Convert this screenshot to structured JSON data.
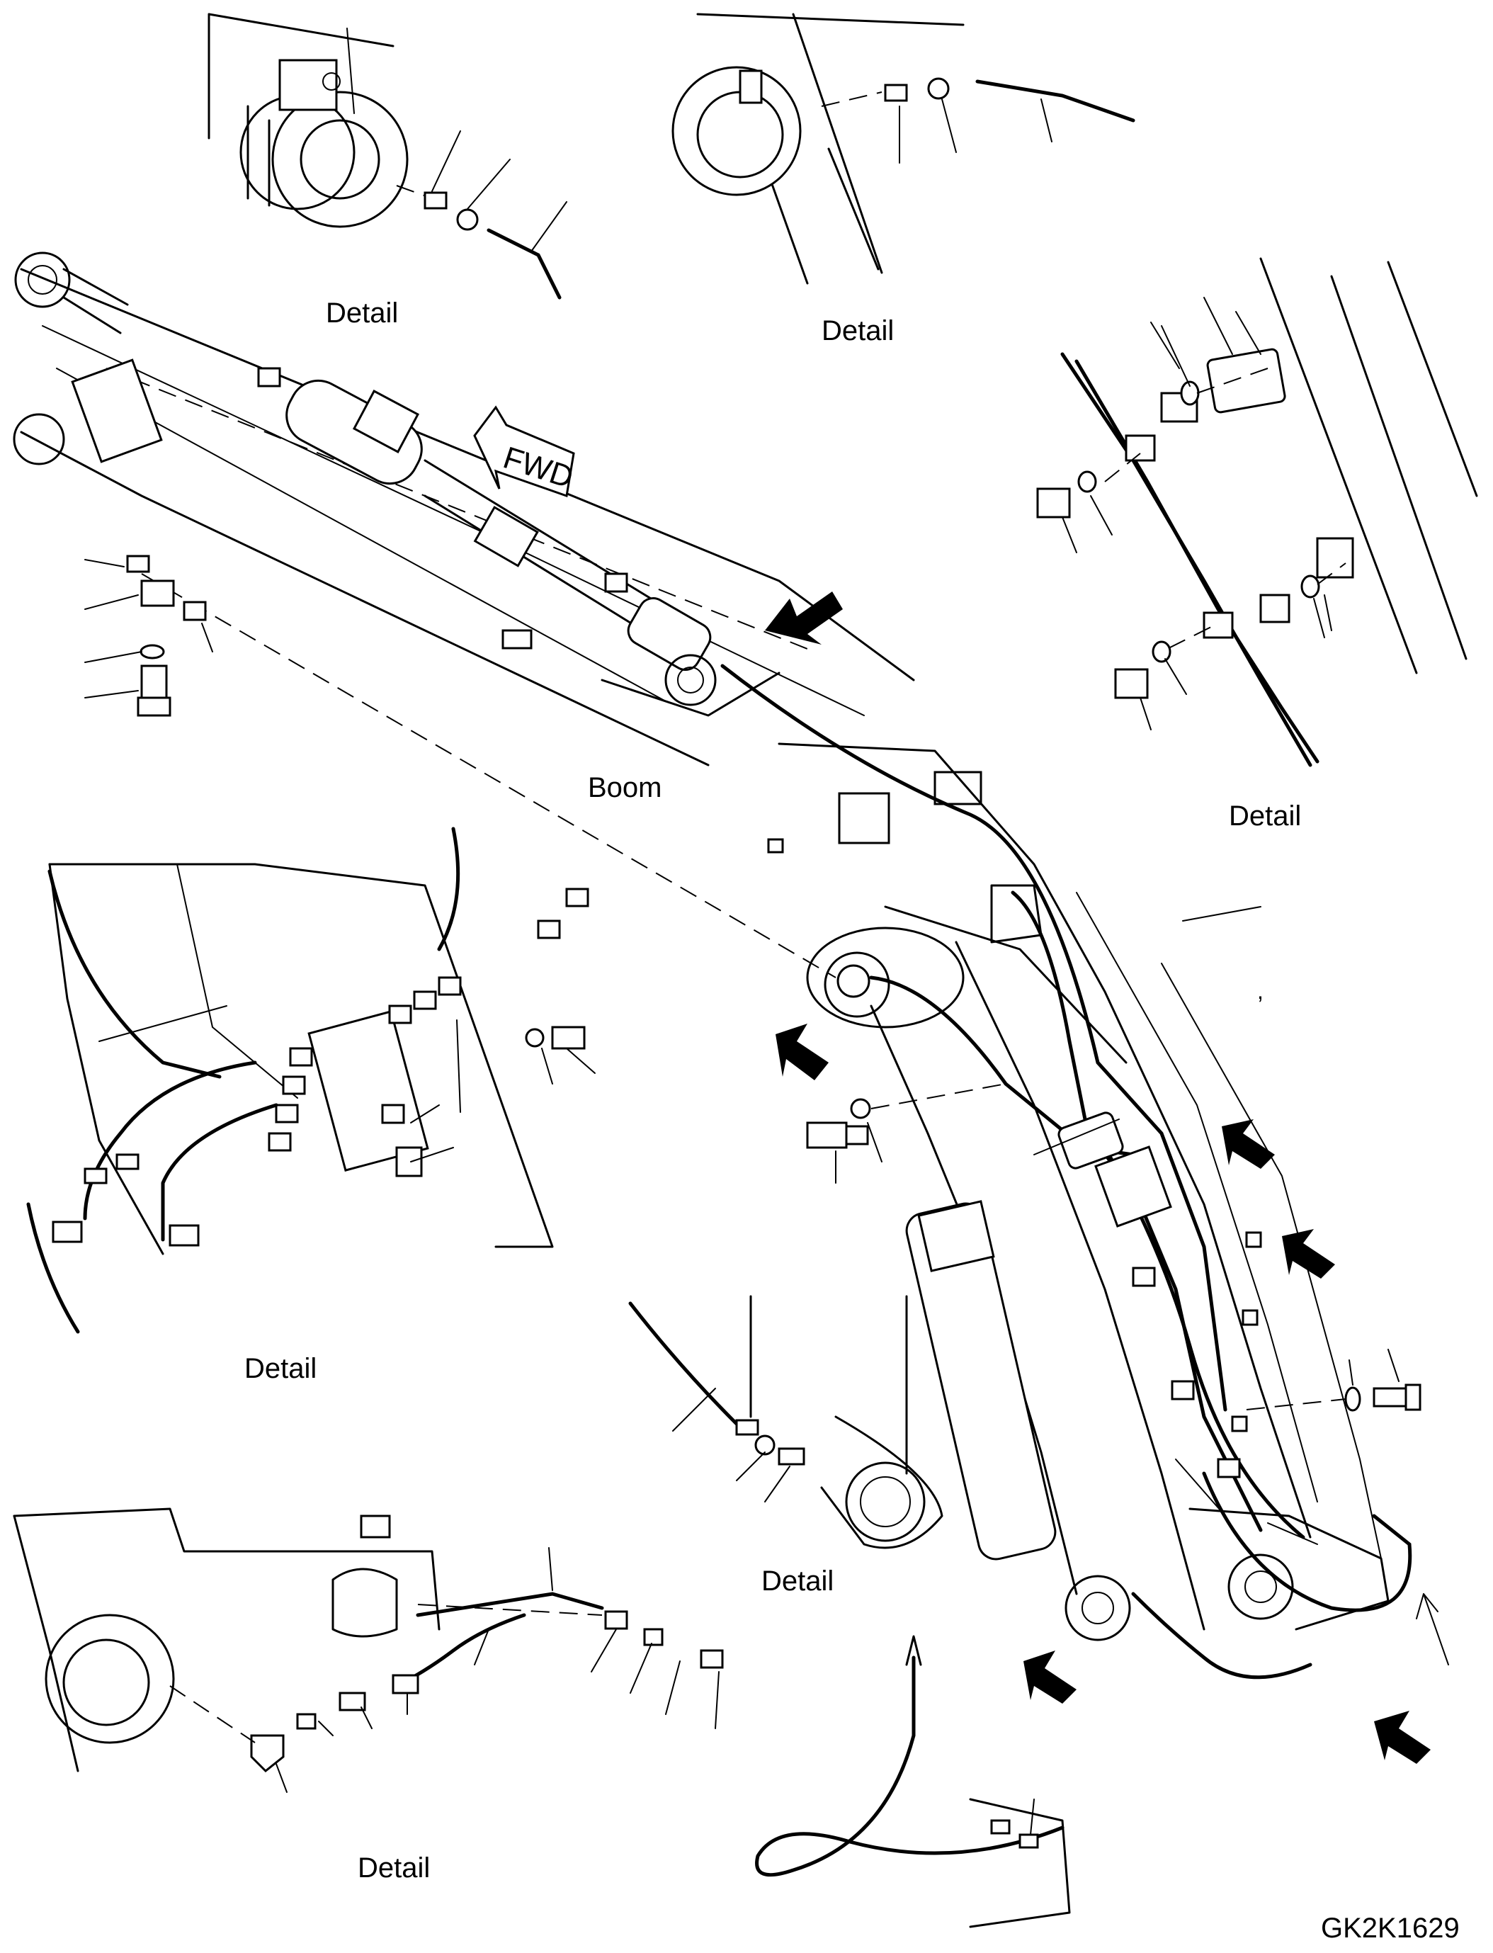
{
  "drawing": {
    "boom_label": "Boom",
    "fwd_label": "FWD",
    "drawing_code": "GK2K1629"
  },
  "detail_labels": [
    {
      "id": "top-left",
      "text": "Detail"
    },
    {
      "id": "top-center",
      "text": "Detail"
    },
    {
      "id": "right-clamps",
      "text": "Detail"
    },
    {
      "id": "left-block",
      "text": "Detail"
    },
    {
      "id": "center-cylinder",
      "text": "Detail"
    },
    {
      "id": "bottom-left",
      "text": "Detail"
    }
  ],
  "stray_mark": ","
}
